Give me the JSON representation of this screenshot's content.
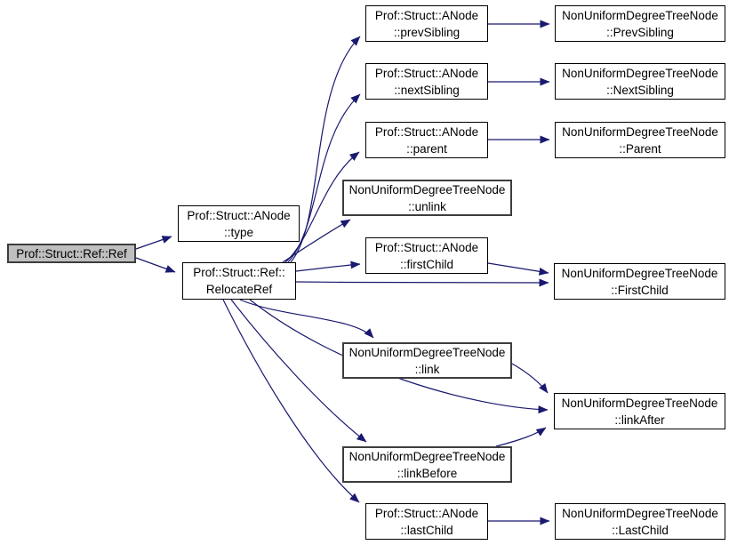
{
  "diagram": {
    "kind": "doxygen-call-graph",
    "colors": {
      "background": "#ffffff",
      "edge": "#191970",
      "node_fill": "#ffffff",
      "node_border": "#000000",
      "highlight_fill": "#bfbfbf"
    },
    "nodes": {
      "ref": {
        "line1": "Prof::Struct::Ref::Ref"
      },
      "type": {
        "line1": "Prof::Struct::ANode",
        "line2": "::type"
      },
      "relocate": {
        "line1": "Prof::Struct::Ref::",
        "line2": "RelocateRef"
      },
      "prevsibling": {
        "line1": "Prof::Struct::ANode",
        "line2": "::prevSibling"
      },
      "nextsibling": {
        "line1": "Prof::Struct::ANode",
        "line2": "::nextSibling"
      },
      "parent": {
        "line1": "Prof::Struct::ANode",
        "line2": "::parent"
      },
      "unlink": {
        "line1": "NonUniformDegreeTreeNode",
        "line2": "::unlink"
      },
      "firstchild": {
        "line1": "Prof::Struct::ANode",
        "line2": "::firstChild"
      },
      "link": {
        "line1": "NonUniformDegreeTreeNode",
        "line2": "::link"
      },
      "linkbefore": {
        "line1": "NonUniformDegreeTreeNode",
        "line2": "::linkBefore"
      },
      "lastchild": {
        "line1": "Prof::Struct::ANode",
        "line2": "::lastChild"
      },
      "prevsibling_r": {
        "line1": "NonUniformDegreeTreeNode",
        "line2": "::PrevSibling"
      },
      "nextsibling_r": {
        "line1": "NonUniformDegreeTreeNode",
        "line2": "::NextSibling"
      },
      "parent_r": {
        "line1": "NonUniformDegreeTreeNode",
        "line2": "::Parent"
      },
      "firstchild_r": {
        "line1": "NonUniformDegreeTreeNode",
        "line2": "::FirstChild"
      },
      "linkafter_r": {
        "line1": "NonUniformDegreeTreeNode",
        "line2": "::linkAfter"
      },
      "lastchild_r": {
        "line1": "NonUniformDegreeTreeNode",
        "line2": "::LastChild"
      }
    },
    "edges": [
      {
        "from": "ref",
        "to": "type"
      },
      {
        "from": "ref",
        "to": "relocate"
      },
      {
        "from": "relocate",
        "to": "prevsibling"
      },
      {
        "from": "relocate",
        "to": "nextsibling"
      },
      {
        "from": "relocate",
        "to": "parent"
      },
      {
        "from": "relocate",
        "to": "unlink"
      },
      {
        "from": "relocate",
        "to": "firstchild"
      },
      {
        "from": "relocate",
        "to": "firstchild_r"
      },
      {
        "from": "relocate",
        "to": "link"
      },
      {
        "from": "relocate",
        "to": "linkafter_r"
      },
      {
        "from": "relocate",
        "to": "linkbefore"
      },
      {
        "from": "relocate",
        "to": "lastchild"
      },
      {
        "from": "prevsibling",
        "to": "prevsibling_r"
      },
      {
        "from": "nextsibling",
        "to": "nextsibling_r"
      },
      {
        "from": "parent",
        "to": "parent_r"
      },
      {
        "from": "firstchild",
        "to": "firstchild_r"
      },
      {
        "from": "link",
        "to": "linkafter_r"
      },
      {
        "from": "linkbefore",
        "to": "linkafter_r"
      },
      {
        "from": "lastchild",
        "to": "lastchild_r"
      }
    ]
  }
}
